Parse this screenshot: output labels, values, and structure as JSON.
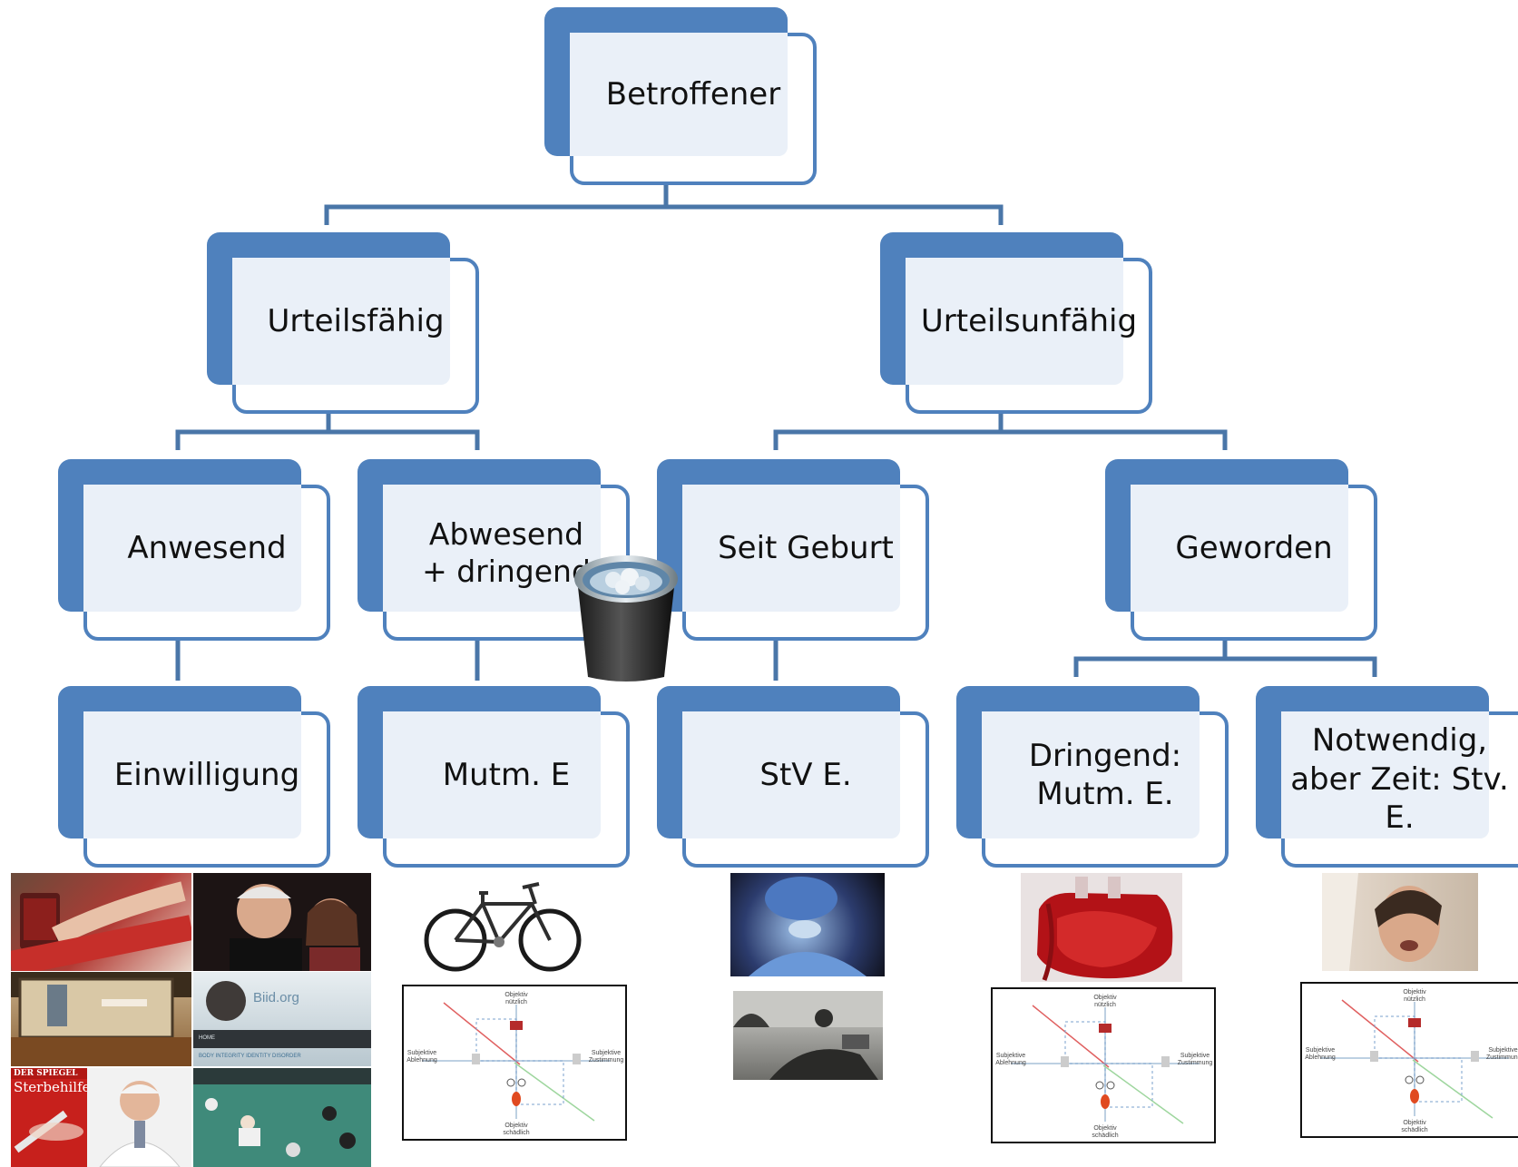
{
  "root": {
    "label": "Betroffener"
  },
  "level1": {
    "left": {
      "label": "Urteilsfähig"
    },
    "right": {
      "label": "Urteilsunfähig"
    }
  },
  "level2": {
    "anwesend": {
      "label": "Anwesend"
    },
    "abwesend": {
      "label": "Abwesend + dringend"
    },
    "seit_geburt": {
      "label": "Seit Geburt"
    },
    "geworden": {
      "label": "Geworden"
    }
  },
  "level3": {
    "einwilligung": {
      "label": "Einwilligung"
    },
    "mutm": {
      "label": "Mutm. E"
    },
    "stv": {
      "label": "StV E."
    },
    "dringend": {
      "label": "Dringend: Mutm. E."
    },
    "notwendig": {
      "label": "Notwendig, aber Zeit: Stv. E."
    }
  },
  "images": {
    "spiegel_masthead": "DER SPIEGEL",
    "spiegel_title": "Sterbehilfe",
    "biid_brand": "Biid.org",
    "biid_menu": "HOME",
    "biid_caption": "BODY INTEGRITY IDENTITY DISORDER"
  },
  "scheme": {
    "top": "Objektiv nützlich",
    "bottom": "Objektiv schädlich",
    "left": "Subjektive Ablehnung",
    "right": "Subjektive Zustimmung"
  },
  "colors": {
    "node": "#4f81bd",
    "connector": "#4a76a8",
    "fill": "#eaf0f8"
  }
}
